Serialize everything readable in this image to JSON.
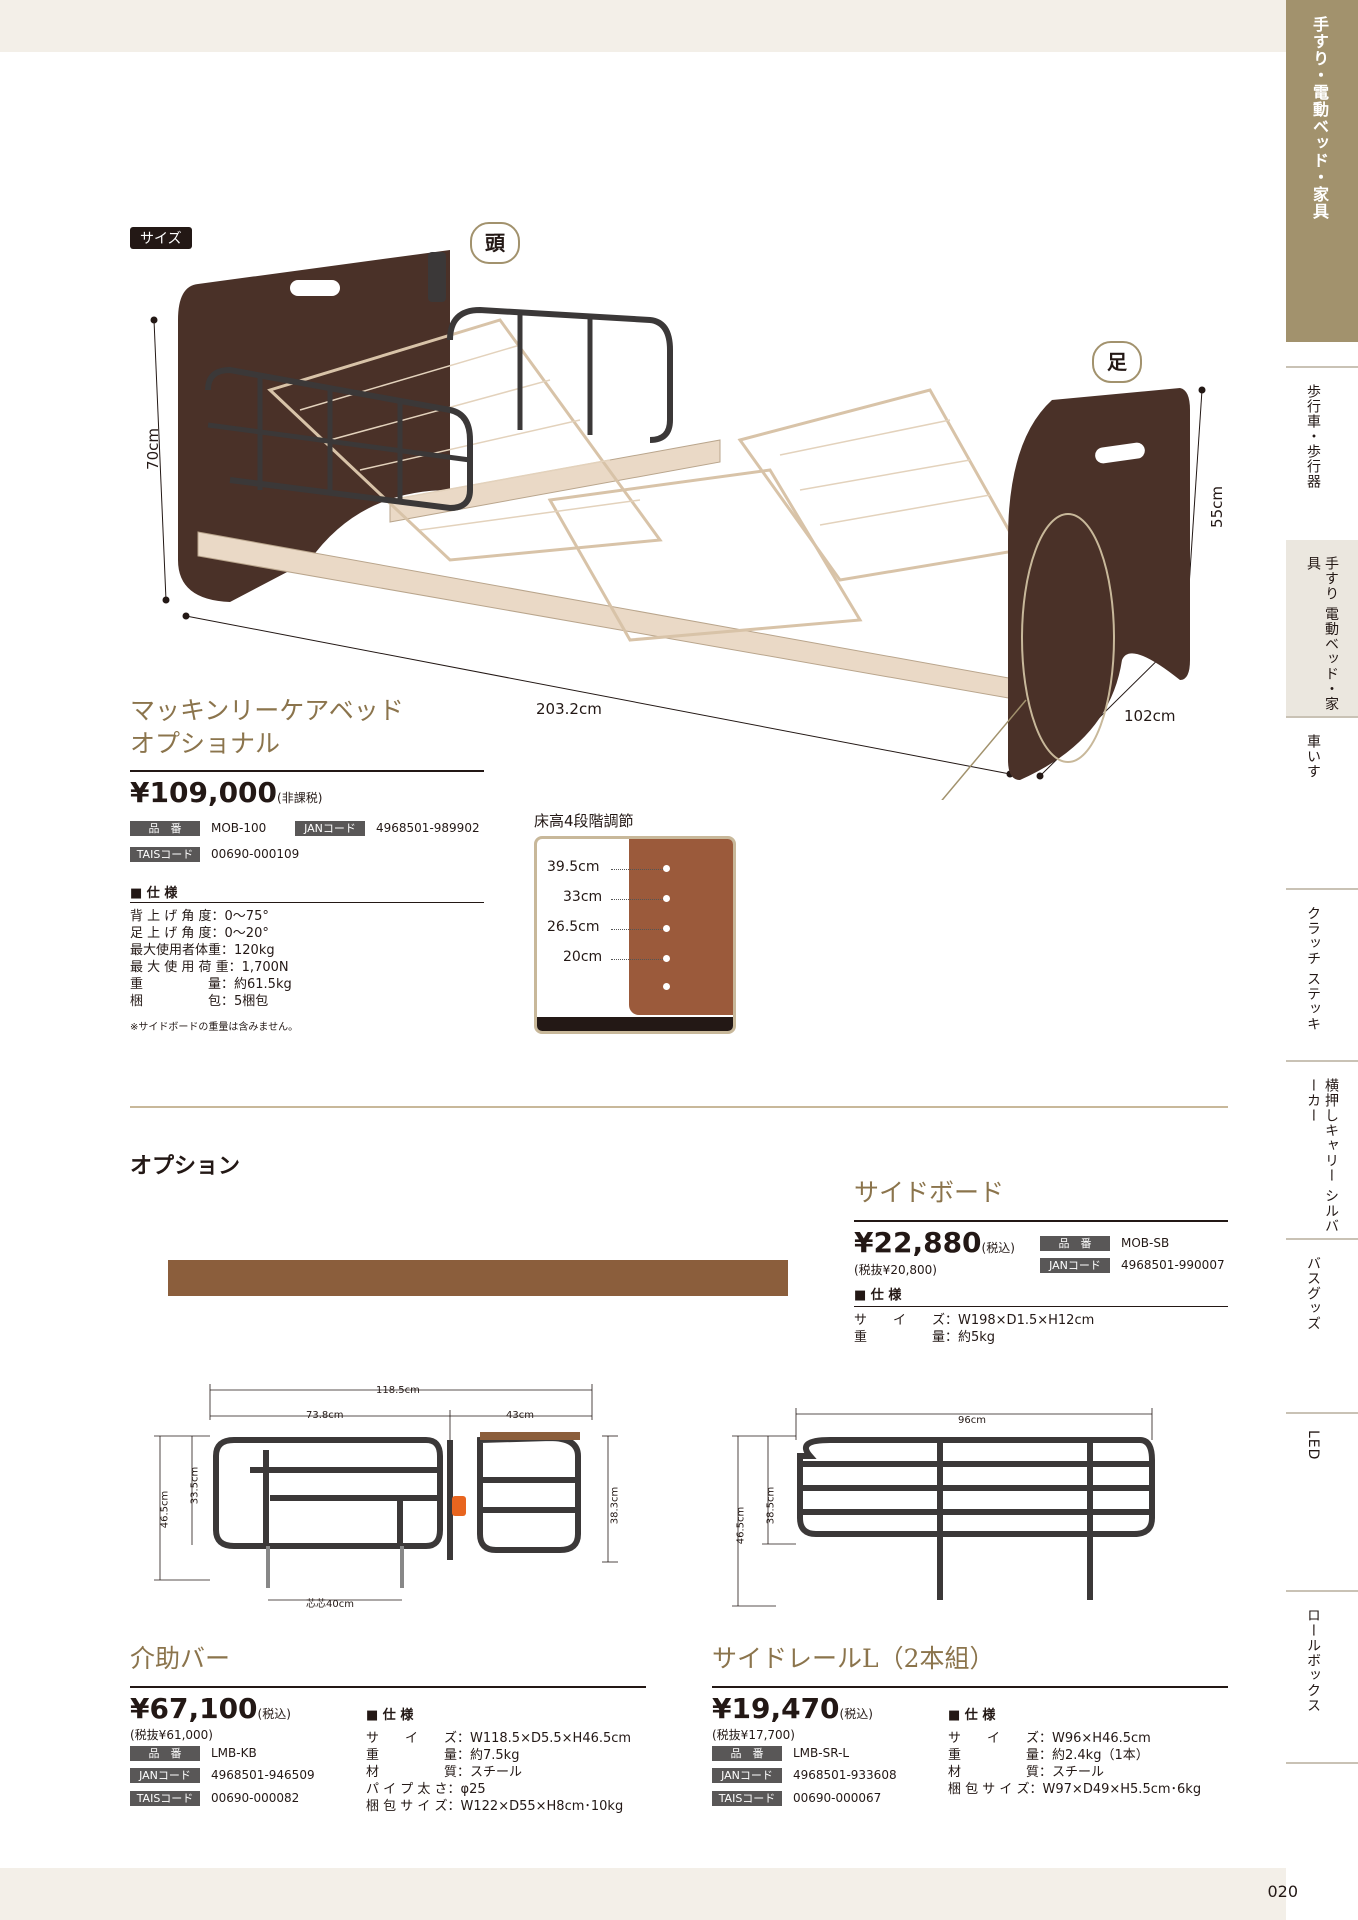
{
  "page_number": "020",
  "sidebar": {
    "tabs": [
      {
        "label": "手すり・電動ベッド・家具",
        "active": true
      },
      {
        "label": "歩行車・歩行器"
      },
      {
        "label": "手すり 電動ベッド・家具",
        "dim": true
      },
      {
        "label": "車いす"
      },
      {
        "label": "クラッチ ステッキ"
      },
      {
        "label": "横押しキャリー シルバーカー"
      },
      {
        "label": "バスグッズ"
      },
      {
        "label": "LED"
      },
      {
        "label": "ロールボックス"
      }
    ]
  },
  "bed": {
    "size_badge": "サイズ",
    "head": "頭",
    "foot": "足",
    "dims": {
      "height_head": "70cm",
      "height_foot": "55cm",
      "length": "203.2cm",
      "width": "102cm"
    },
    "title_line1": "マッキンリーケアベッド",
    "title_line2": "オプショナル",
    "price": "¥109,000",
    "price_note": "(非課税)",
    "hinban_label": "品　番",
    "hinban": "MOB-100",
    "jan_label": "JANコード",
    "jan": "4968501-989902",
    "tais_label": "TAISコード",
    "tais": "00690-000109",
    "spec_heading": "■ 仕 様",
    "specs": [
      "背 上 げ 角 度：0〜75°",
      "足 上 げ 角 度：0〜20°",
      "最大使用者体重：120kg",
      "最 大 使 用 荷 重：1,700N",
      "重　　　　　量：約61.5kg",
      "梱　　　　　包：5梱包"
    ],
    "note": "※サイドボードの重量は含みません。",
    "floor_title": "床高4段階調節",
    "floor_levels": [
      "39.5cm",
      "33cm",
      "26.5cm",
      "20cm"
    ]
  },
  "options_heading": "オプション",
  "sideboard": {
    "title": "サイドボード",
    "price": "¥22,880",
    "price_note": "(税込)",
    "sub": "(税抜¥20,800)",
    "hinban_label": "品　番",
    "hinban": "MOB-SB",
    "jan_label": "JANコード",
    "jan": "4968501-990007",
    "spec_heading": "■ 仕 様",
    "specs": [
      "サ　　イ　　ズ：W198×D1.5×H12cm",
      "重　　　　　量：約5kg"
    ],
    "color": "#8b5e3c"
  },
  "assist_bar": {
    "dims": {
      "total": "118.5cm",
      "left": "73.8cm",
      "right": "43cm",
      "h1": "46.5cm",
      "h2": "33.5cm",
      "h3": "38.3cm",
      "core": "芯芯40cm"
    },
    "title": "介助バー",
    "price": "¥67,100",
    "price_note": "(税込)",
    "sub": "(税抜¥61,000)",
    "hinban_label": "品　番",
    "hinban": "LMB-KB",
    "jan_label": "JANコード",
    "jan": "4968501-946509",
    "tais_label": "TAISコード",
    "tais": "00690-000082",
    "spec_heading": "■ 仕 様",
    "specs": [
      "サ　　イ　　ズ：W118.5×D5.5×H46.5cm",
      "重　　　　　量：約7.5kg",
      "材　　　　　質：スチール",
      "パ イ プ 太 さ：φ25",
      "梱 包 サ イ ズ：W122×D55×H8cm･10kg"
    ]
  },
  "side_rail": {
    "dims": {
      "width": "96cm",
      "h1": "46.5cm",
      "h2": "38.5cm"
    },
    "title": "サイドレールL（2本組）",
    "price": "¥19,470",
    "price_note": "(税込)",
    "sub": "(税抜¥17,700)",
    "hinban_label": "品　番",
    "hinban": "LMB-SR-L",
    "jan_label": "JANコード",
    "jan": "4968501-933608",
    "tais_label": "TAISコード",
    "tais": "00690-000067",
    "spec_heading": "■ 仕 様",
    "specs": [
      "サ　　イ　　ズ：W96×H46.5cm",
      "重　　　　　量：約2.4kg（1本）",
      "材　　　　　質：スチール",
      "梱 包 サ イ ズ：W97×D49×H5.5cm･6kg"
    ]
  }
}
